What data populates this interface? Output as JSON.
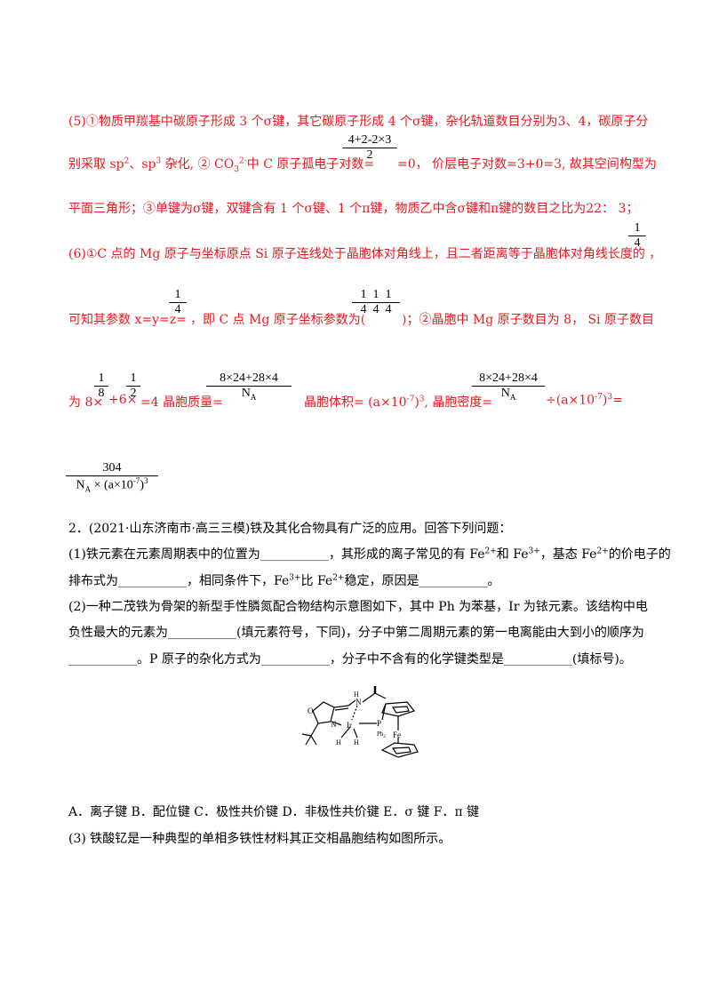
{
  "answers": {
    "line1": "(5)①物质甲羰基中碳原子形成 3 个σ键，其它碳原子形成 4 个σ键，杂化轨道数目分别为3、4，碳原子分",
    "line2_a": "别采取 sp",
    "line2_sup1": "2",
    "line2_b": "、sp",
    "line2_sup2": "3",
    "line2_c": " 杂化, ② CO",
    "line2_sub": "3",
    "line2_sup3": "2-",
    "line2_d": "中 C 原子孤电子对数=",
    "line2_frac_num": "4+2-2×3",
    "line2_frac_den": "2",
    "line2_e": "=0，  价层电子对数=3+0=3, 故其空间构型为",
    "line3": "平面三角形；③单键为σ键，双键含有 1 个σ键、1 个π键，物质乙中含σ键和π键的数目之比为22：  3；",
    "line4": "(6)①C 点的 Mg 原子与坐标原点 Si 原子连线处于晶胞体对角线上，且二者距离等于晶胞体对角线长度的",
    "line4_frac_num": "1",
    "line4_frac_den": "4",
    "line4_tail": "，",
    "line5_a": "可知其参数 x=y=z=",
    "line5_frac_num": "1",
    "line5_frac_den": "4",
    "line5_b": "，即 C 点 Mg 原子坐标参数为(",
    "line5_c": ")；②晶胞中 Mg 原子数目为 8，  Si 原子数目",
    "line5_coords_num": "1  1  1",
    "line5_coords_den": "4  4  4",
    "line6_a": "为 8×",
    "line6_f1_num": "1",
    "line6_f1_den": "8",
    "line6_b": "+6×",
    "line6_f2_num": "1",
    "line6_f2_den": "2",
    "line6_c": "=4  晶胞质量=",
    "line6_f3_num": "8×24+28×4",
    "line6_f3_den": "N",
    "line6_f3_den_sub": "A",
    "line6_d": "晶胞体积= (a×10",
    "line6_d_sup": "-7",
    "line6_d2": ")",
    "line6_d2_sup": "3",
    "line6_d3": ", 晶胞密度=",
    "line6_f4_num": "8×24+28×4",
    "line6_f4_den": "N",
    "line6_f4_den_sub": "A",
    "line6_e": "÷(a×10",
    "line6_e_sup": "-7",
    "line6_e2": ")",
    "line6_e2_sup": "3",
    "line6_e3": "=",
    "result_num": "304",
    "result_den": "N",
    "result_den_sub": "A",
    "result_den_b": " × (a×10",
    "result_den_sup": "-7",
    "result_den_c": ")",
    "result_den_sup2": "3"
  },
  "question2": {
    "title": "2．(2021·山东济南市·高三三模)铁及其化合物具有广泛的应用。回答下列问题：",
    "p1_a": "(1)铁元素在元素周期表中的位置为___________，其形成的离子常见的有 Fe",
    "p1_sup1": "2+",
    "p1_b": "和 Fe",
    "p1_sup2": "3+",
    "p1_c": "，基态 Fe",
    "p1_sup3": "2+",
    "p1_d": "的价电子的",
    "p2_a": "排布式为___________，相同条件下，Fe",
    "p2_sup1": "3+",
    "p2_b": "比 Fe",
    "p2_sup2": "2+",
    "p2_c": "稳定，原因是___________。",
    "p3": "(2)一种二茂铁为骨架的新型手性膦氮配合物结构示意图如下，其中 Ph 为苯基，Ir 为铱元素。该结构中电",
    "p4": "负性最大的元素为___________(填元素符号，下同)，分子中第二周期元素的第一电离能由大到小的顺序为",
    "p5": "___________。P 原子的杂化方式为___________，分子中不含有的化学键类型是___________(填标号)。",
    "options": "A．离子键 B．配位键 C．极性共价键 D．非极性共价键 E．σ 键   F．π 键",
    "p6": "(3) 铁酸钇是一种典型的单相多铁性材料其正交相晶胞结构如图所示。"
  },
  "molecule_labels": {
    "o": "O",
    "n1": "N",
    "n2": "N",
    "ir": "Ir",
    "p": "P",
    "ph2": "Ph",
    "ph2_sub": "2",
    "fe": "Fe",
    "h1": "H",
    "h2": "H",
    "h3": "H"
  }
}
